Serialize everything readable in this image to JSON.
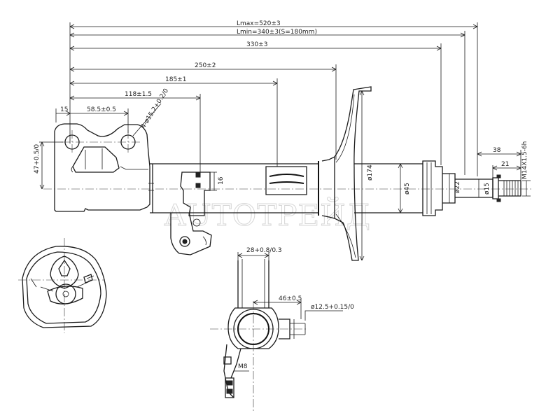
{
  "dims": {
    "lmax": "Lmax=520±3",
    "lmin": "Lmin=340±3(S=180mm)",
    "d330": "330±3",
    "d250": "250±2",
    "d185": "185±1",
    "d118": "118±1.5",
    "d15": "15",
    "d585": "58.5±0.5",
    "holes": "4-ø15.2+0.2/0",
    "d47": "47+0.5/0",
    "d16": "16",
    "d174": "ø174",
    "d45": "ø45",
    "d22": "ø22",
    "d15b": "ø15",
    "d38": "38",
    "d21": "21",
    "thread": "M14X1.5-6h",
    "d28": "28+0.8/0.3",
    "d46": "46±0.5",
    "d125": "ø12.5+0.15/0",
    "m8": "M8"
  },
  "watermark": "AUTOTPEЙД"
}
